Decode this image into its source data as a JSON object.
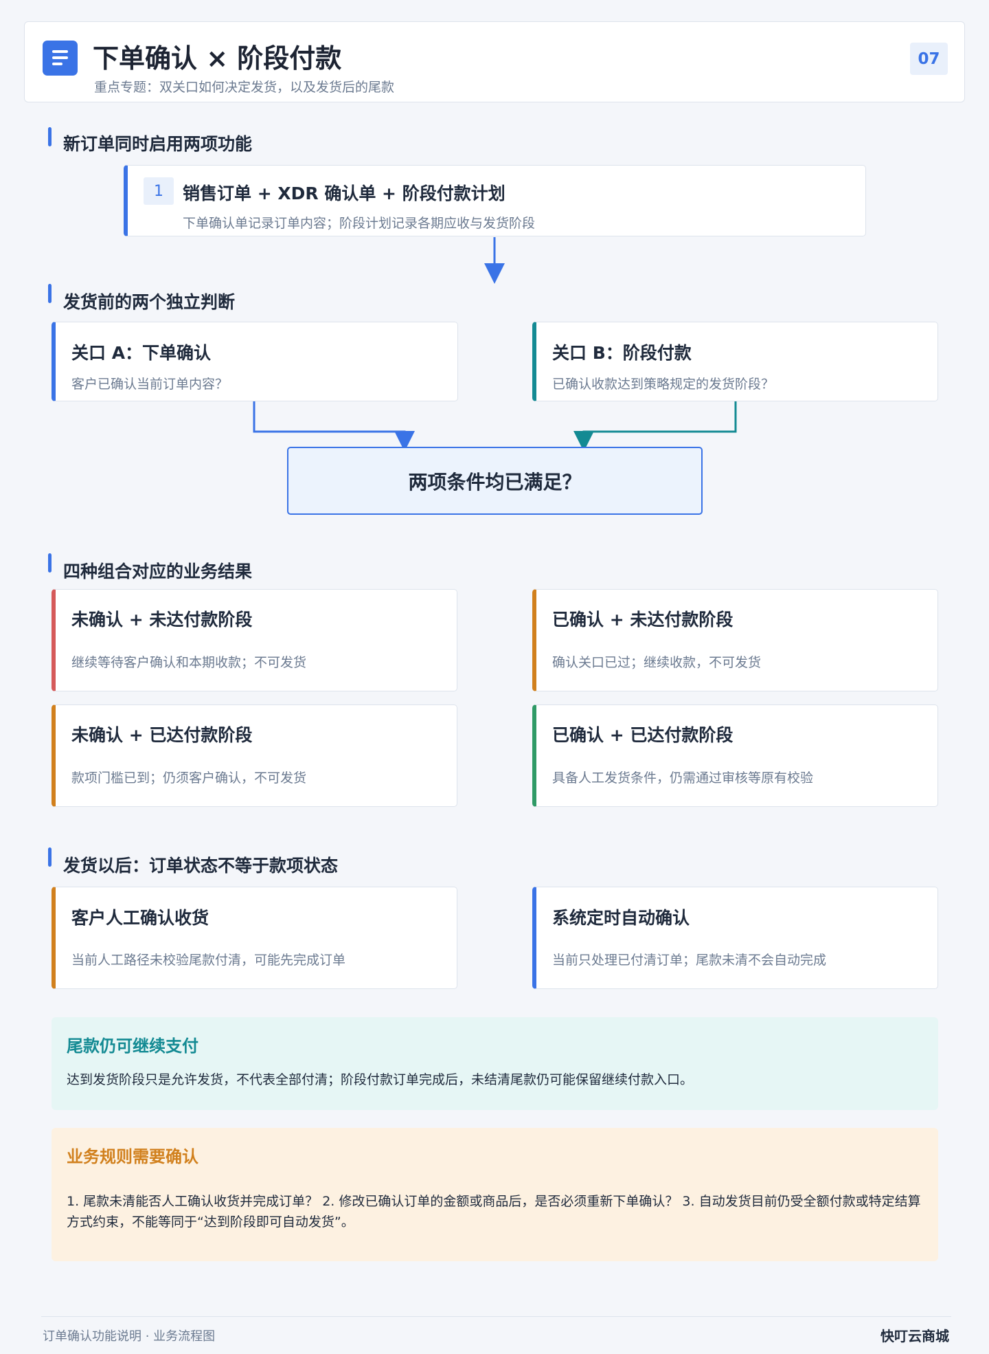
{
  "header": {
    "title": "下单确认 × 阶段付款",
    "subtitle": "重点专题：双关口如何决定发货，以及发货后的尾款",
    "page_number": "07",
    "icon": "document-icon"
  },
  "colors": {
    "blue": "#3a73e6",
    "teal": "#138a93",
    "red": "#d55a5a",
    "amber": "#d1801d",
    "green": "#2f9a66"
  },
  "section1": {
    "title": "新订单同时启用两项功能",
    "step": {
      "number": "1",
      "title": "销售订单 + XDR 确认单 + 阶段付款计划",
      "desc": "下单确认单记录订单内容；阶段计划记录各期应收与发货阶段"
    }
  },
  "section2": {
    "title": "发货前的两个独立判断",
    "gate_a": {
      "title": "关口 A：下单确认",
      "desc": "客户已确认当前订单内容？"
    },
    "gate_b": {
      "title": "关口 B：阶段付款",
      "desc": "已确认收款达到策略规定的发货阶段？"
    },
    "decision": "两项条件均已满足？"
  },
  "section3": {
    "title": "四种组合对应的业务结果",
    "cards": [
      {
        "title": "未确认 + 未达付款阶段",
        "desc": "继续等待客户确认和本期收款；不可发货"
      },
      {
        "title": "已确认 + 未达付款阶段",
        "desc": "确认关口已过；继续收款，不可发货"
      },
      {
        "title": "未确认 + 已达付款阶段",
        "desc": "款项门槛已到；仍须客户确认，不可发货"
      },
      {
        "title": "已确认 + 已达付款阶段",
        "desc": "具备人工发货条件，仍需通过审核等原有校验"
      }
    ]
  },
  "section4": {
    "title": "发货以后：订单状态不等于款项状态",
    "cards": [
      {
        "title": "客户人工确认收货",
        "desc": "当前人工路径未校验尾款付清，可能先完成订单"
      },
      {
        "title": "系统定时自动确认",
        "desc": "当前只处理已付清订单；尾款未清不会自动完成"
      }
    ]
  },
  "note_balance": {
    "title": "尾款仍可继续支付",
    "text": "达到发货阶段只是允许发货，不代表全部付清；阶段付款订单完成后，未结清尾款仍可能保留继续付款入口。"
  },
  "note_rules": {
    "title": "业务规则需要确认",
    "text": "1. 尾款未清能否人工确认收货并完成订单？   2. 修改已确认订单的金额或商品后，是否必须重新下单确认？   3. 自动发货目前仍受全额付款或特定结算方式约束，不能等同于“达到阶段即可自动发货”。"
  },
  "footer": {
    "left": "订单确认功能说明 · 业务流程图",
    "right": "快叮云商城"
  }
}
